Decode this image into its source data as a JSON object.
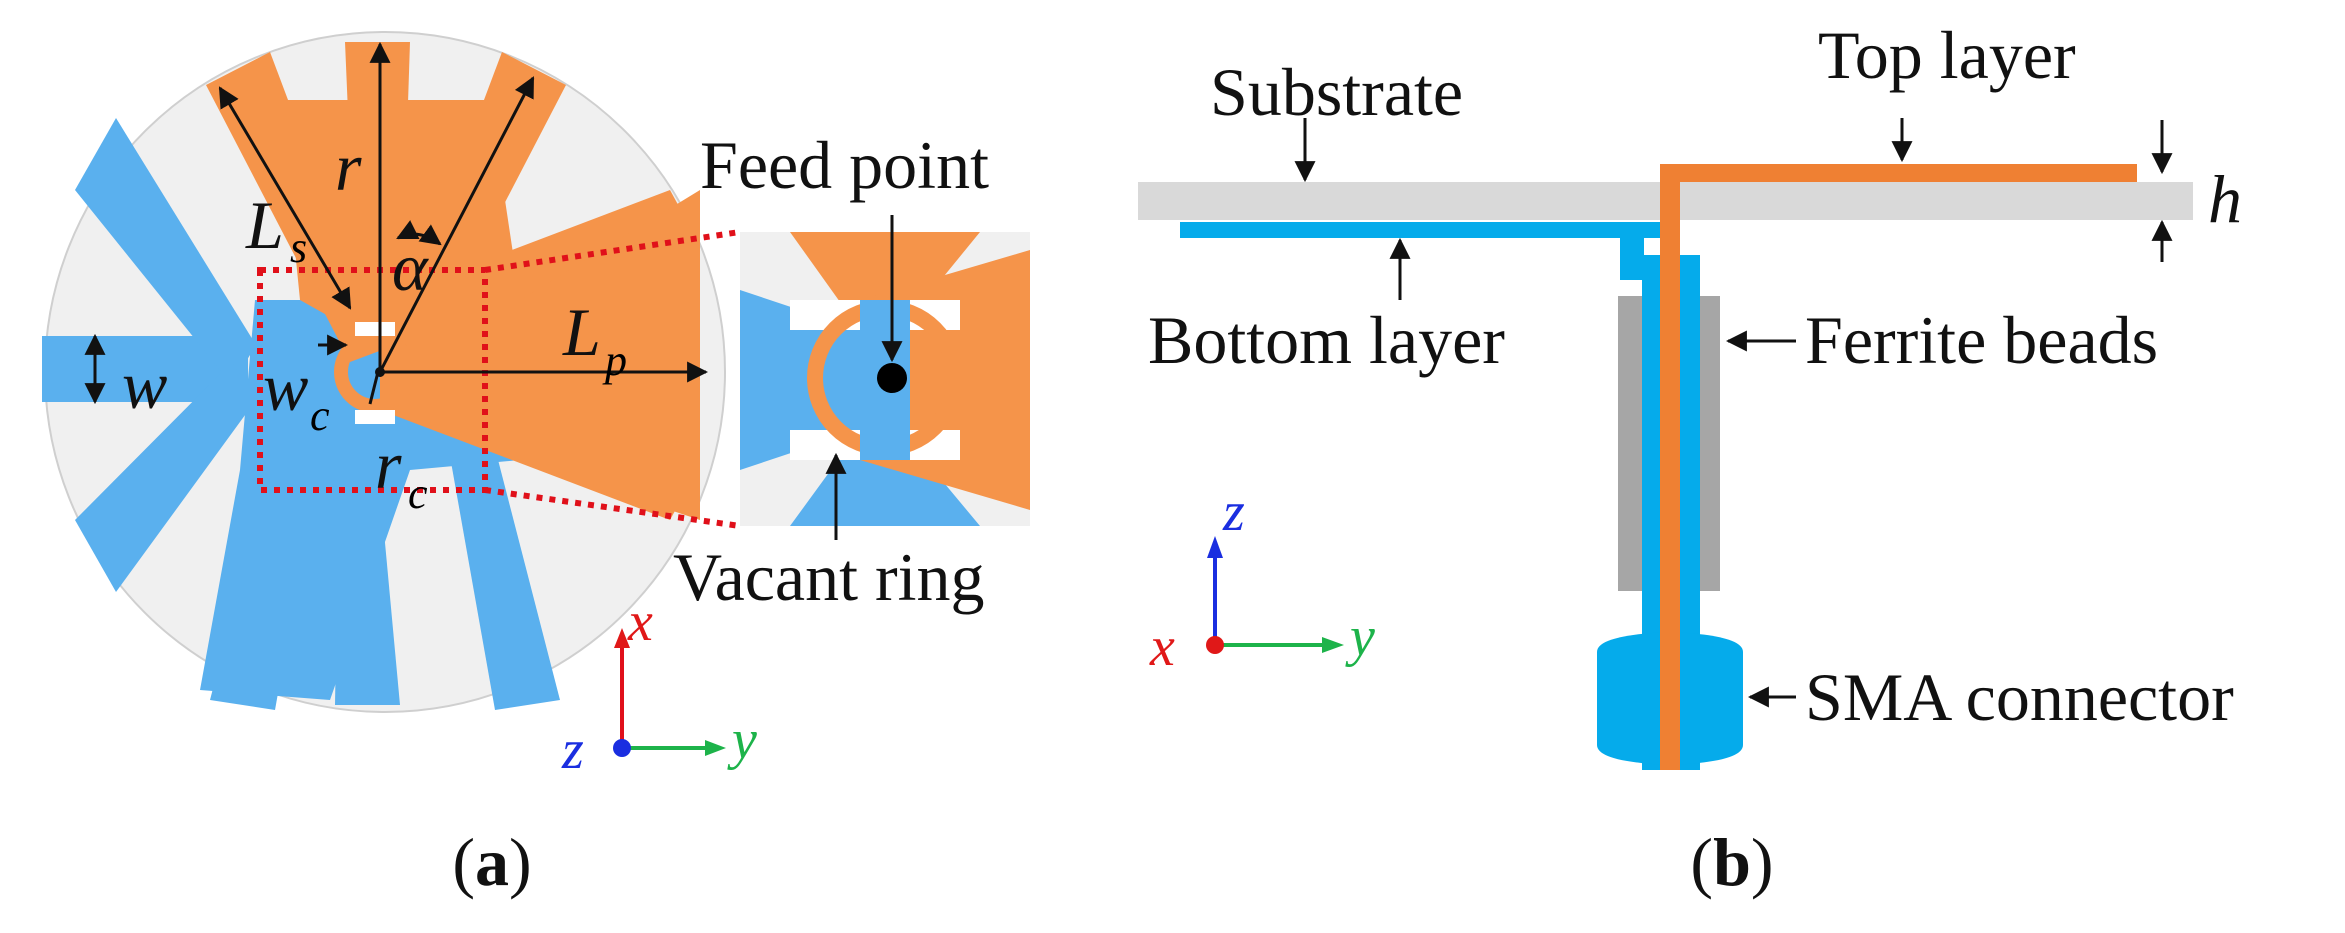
{
  "colors": {
    "orange": "#f5944a",
    "blue": "#5ab0ee",
    "copper": "#ef8033",
    "cyan": "#05abeb",
    "substrate": "#d9d9d9",
    "ferrite": "#a6a6a6",
    "disk": "#f0f0f0",
    "zoom_box": "#e0101a",
    "axis_x": "#e01818",
    "axis_y": "#1db34a",
    "axis_z": "#1a2ee0"
  },
  "panel_a": {
    "caption": {
      "open": "(",
      "letter": "a",
      "close": ")"
    },
    "labels": {
      "r": "r",
      "alpha": "α",
      "Ls": "L",
      "Ls_sub": "s",
      "w": "w",
      "wc": "w",
      "wc_sub": "c",
      "Lp": "L",
      "Lp_sub": "p",
      "rc": "r",
      "rc_sub": "c",
      "feed_point": "Feed point",
      "vacant_ring": "Vacant ring"
    },
    "axes": {
      "x": "x",
      "y": "y",
      "z": "z"
    }
  },
  "panel_b": {
    "caption": {
      "open": "(",
      "letter": "b",
      "close": ")"
    },
    "labels": {
      "substrate": "Substrate",
      "top_layer": "Top layer",
      "bottom_layer": "Bottom layer",
      "h": "h",
      "ferrite_beads": "Ferrite beads",
      "sma_connector": "SMA connector"
    },
    "axes": {
      "x": "x",
      "y": "y",
      "z": "z"
    }
  }
}
